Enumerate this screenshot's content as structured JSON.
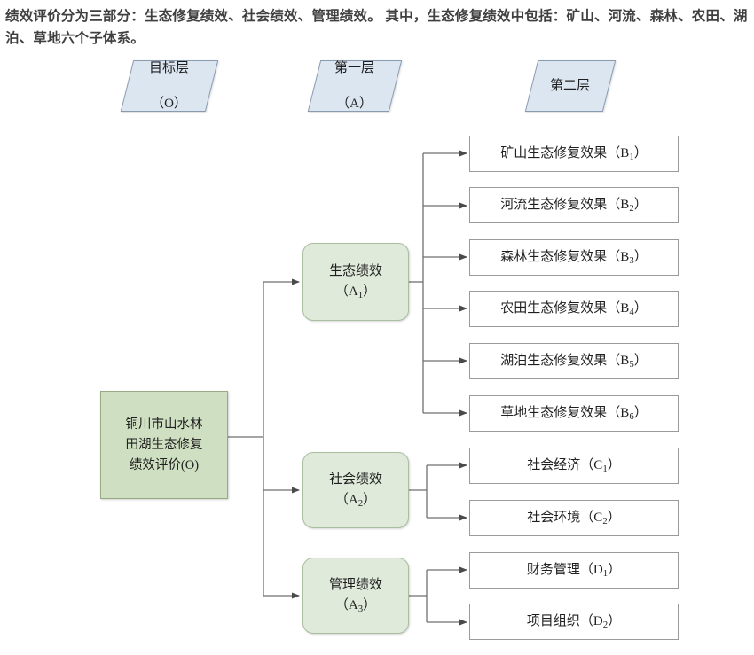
{
  "intro_text": "绩效评价分为三部分：生态修复绩效、社会绩效、管理绩效。 其中，生态修复绩效中包括：矿山、河流、森林、农田、湖泊、草地六个子体系。",
  "colors": {
    "layer_header_fill": "#dce6f1",
    "layer_header_border": "#8a9bb0",
    "goal_fill": "#cfdfc1",
    "goal_border": "#95a985",
    "criteria_fill": "#dfeada",
    "criteria_border": "#a9bda0",
    "leaf_fill": "#ffffff",
    "leaf_border": "#9a9a9a",
    "connector": "#6f6f6f",
    "text": "#1f1f1f",
    "intro_text": "#3f3f3f"
  },
  "layer_headers": [
    {
      "id": "goal-layer",
      "line1": "目标层",
      "line2": "（O）"
    },
    {
      "id": "first-layer",
      "line1": "第一层",
      "line2": "（A）"
    },
    {
      "id": "second-layer",
      "line1": "第二层",
      "line2": ""
    }
  ],
  "goal": {
    "line1": "铜川市山水林",
    "line2": "田湖生态修复",
    "line3": "绩效评价(O)",
    "code": "O"
  },
  "criteria": [
    {
      "id": "A1",
      "label": "生态绩效",
      "code_prefix": "A",
      "code_sub": "1"
    },
    {
      "id": "A2",
      "label": "社会绩效",
      "code_prefix": "A",
      "code_sub": "2"
    },
    {
      "id": "A3",
      "label": "管理绩效",
      "code_prefix": "A",
      "code_sub": "3"
    }
  ],
  "indicators": {
    "A1": [
      {
        "id": "B1",
        "label": "矿山生态修复效果",
        "code_prefix": "B",
        "code_sub": "1"
      },
      {
        "id": "B2",
        "label": "河流生态修复效果",
        "code_prefix": "B",
        "code_sub": "2"
      },
      {
        "id": "B3",
        "label": "森林生态修复效果",
        "code_prefix": "B",
        "code_sub": "3"
      },
      {
        "id": "B4",
        "label": "农田生态修复效果",
        "code_prefix": "B",
        "code_sub": "4"
      },
      {
        "id": "B5",
        "label": "湖泊生态修复效果",
        "code_prefix": "B",
        "code_sub": "5"
      },
      {
        "id": "B6",
        "label": "草地生态修复效果",
        "code_prefix": "B",
        "code_sub": "6"
      }
    ],
    "A2": [
      {
        "id": "C1",
        "label": "社会经济",
        "code_prefix": "C",
        "code_sub": "1"
      },
      {
        "id": "C2",
        "label": "社会环境",
        "code_prefix": "C",
        "code_sub": "2"
      }
    ],
    "A3": [
      {
        "id": "D1",
        "label": "财务管理",
        "code_prefix": "D",
        "code_sub": "1"
      },
      {
        "id": "D2",
        "label": "项目组织",
        "code_prefix": "D",
        "code_sub": "2"
      }
    ]
  }
}
